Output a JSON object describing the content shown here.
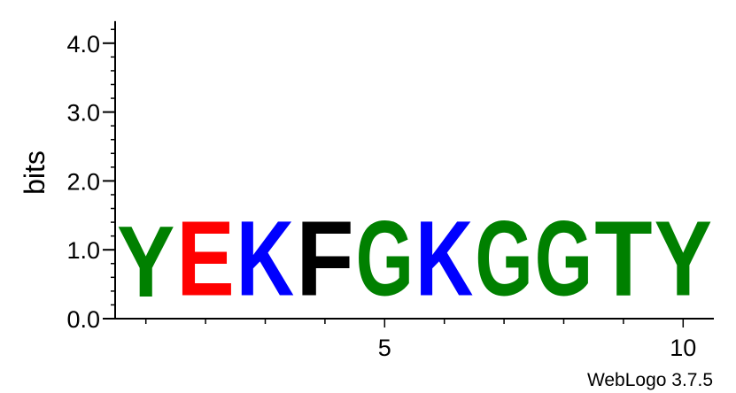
{
  "chart_data": {
    "type": "sequence-logo",
    "ylabel": "bits",
    "ylim": [
      0,
      4.32
    ],
    "y_ticks": [
      {
        "value": 0,
        "label": "0.0"
      },
      {
        "value": 1,
        "label": "1.0"
      },
      {
        "value": 2,
        "label": "2.0"
      },
      {
        "value": 3,
        "label": "3.0"
      },
      {
        "value": 4,
        "label": "4.0"
      }
    ],
    "x_ticks": [
      {
        "value": 5,
        "label": "5"
      },
      {
        "value": 10,
        "label": "10"
      }
    ],
    "positions": [
      {
        "index": 1,
        "letter": "Y",
        "bits": 1.65,
        "color": "#008000"
      },
      {
        "index": 2,
        "letter": "E",
        "bits": 1.74,
        "color": "#ff0000"
      },
      {
        "index": 3,
        "letter": "K",
        "bits": 1.74,
        "color": "#0000ff"
      },
      {
        "index": 4,
        "letter": "F",
        "bits": 1.74,
        "color": "#000000"
      },
      {
        "index": 5,
        "letter": "G",
        "bits": 1.74,
        "color": "#008000"
      },
      {
        "index": 6,
        "letter": "K",
        "bits": 1.74,
        "color": "#0000ff"
      },
      {
        "index": 7,
        "letter": "G",
        "bits": 1.74,
        "color": "#008000"
      },
      {
        "index": 8,
        "letter": "G",
        "bits": 1.74,
        "color": "#008000"
      },
      {
        "index": 9,
        "letter": "T",
        "bits": 1.74,
        "color": "#008000"
      },
      {
        "index": 10,
        "letter": "Y",
        "bits": 1.74,
        "color": "#008000"
      }
    ]
  },
  "footer": {
    "credit": "WebLogo 3.7.5"
  }
}
